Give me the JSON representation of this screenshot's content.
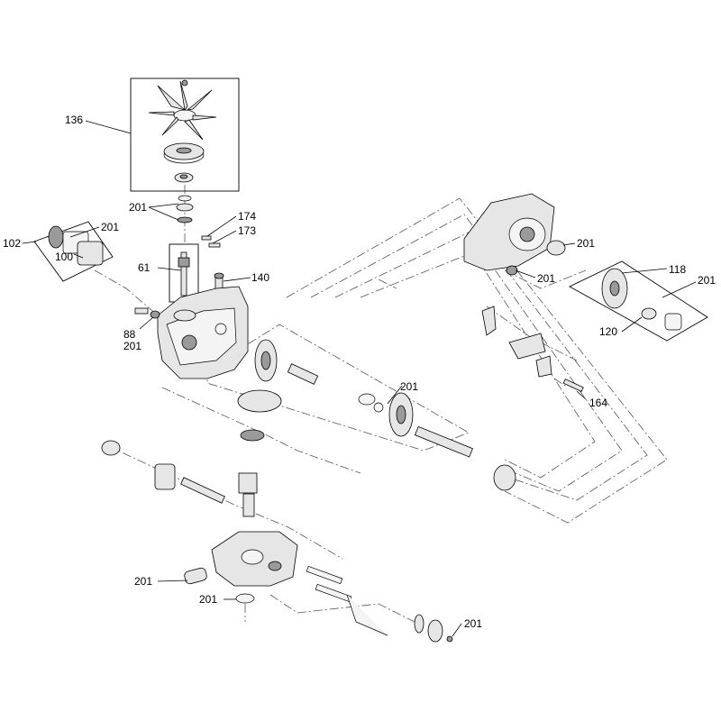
{
  "callouts": {
    "c136": "136",
    "c201_top": "201",
    "c174": "174",
    "c173": "173",
    "c102": "102",
    "c201_left": "201",
    "c100": "100",
    "c61": "61",
    "c140": "140",
    "c88": "88",
    "c201_88": "201",
    "c201_right_top": "201",
    "c201_right_mid": "201",
    "c118": "118",
    "c201_far_right": "201",
    "c120": "120",
    "c164": "164",
    "c201_center": "201",
    "c201_bottom_left": "201",
    "c201_bottom_mid": "201",
    "c201_bottom_right": "201"
  }
}
